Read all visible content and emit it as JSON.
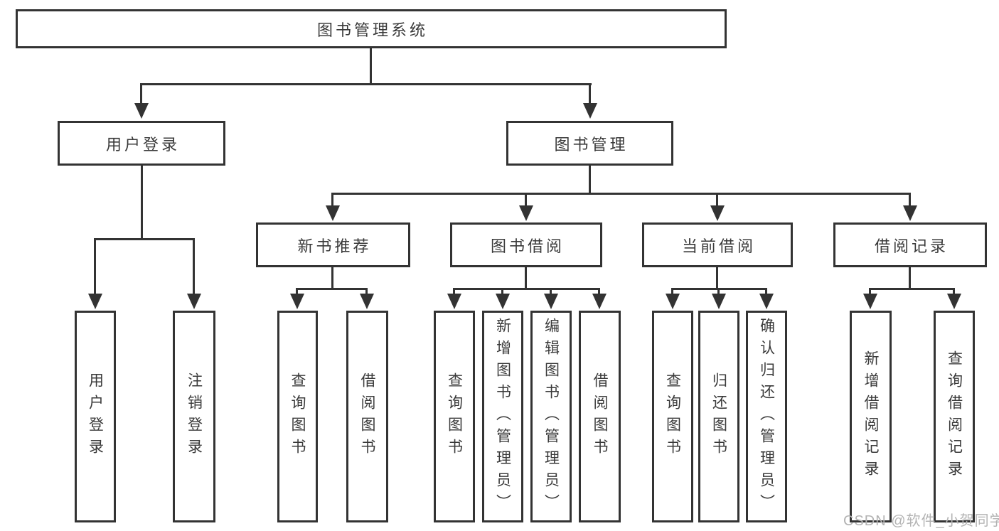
{
  "tree": {
    "root": {
      "label": "图书管理系统",
      "children": [
        {
          "label": "用户登录",
          "children": [
            {
              "label": "用户登录"
            },
            {
              "label": "注销登录"
            }
          ]
        },
        {
          "label": "图书管理",
          "children": [
            {
              "label": "新书推荐",
              "children": [
                {
                  "label": "查询图书"
                },
                {
                  "label": "借阅图书"
                }
              ]
            },
            {
              "label": "图书借阅",
              "children": [
                {
                  "label": "查询图书"
                },
                {
                  "label": "新增图书（管理员）"
                },
                {
                  "label": "编辑图书（管理员）"
                },
                {
                  "label": "借阅图书"
                }
              ]
            },
            {
              "label": "当前借阅",
              "children": [
                {
                  "label": "查询图书"
                },
                {
                  "label": "归还图书"
                },
                {
                  "label": "确认归还（管理员）"
                }
              ]
            },
            {
              "label": "借阅记录",
              "children": [
                {
                  "label": "新增借阅记录"
                },
                {
                  "label": "查询借阅记录"
                }
              ]
            }
          ]
        }
      ]
    }
  },
  "watermark": {
    "text": "CSDN @软件_小贺同学"
  },
  "colors": {
    "line": "#333333",
    "text": "#3a3a3a",
    "watermark": "#b3b3b3",
    "background": "#ffffff"
  }
}
